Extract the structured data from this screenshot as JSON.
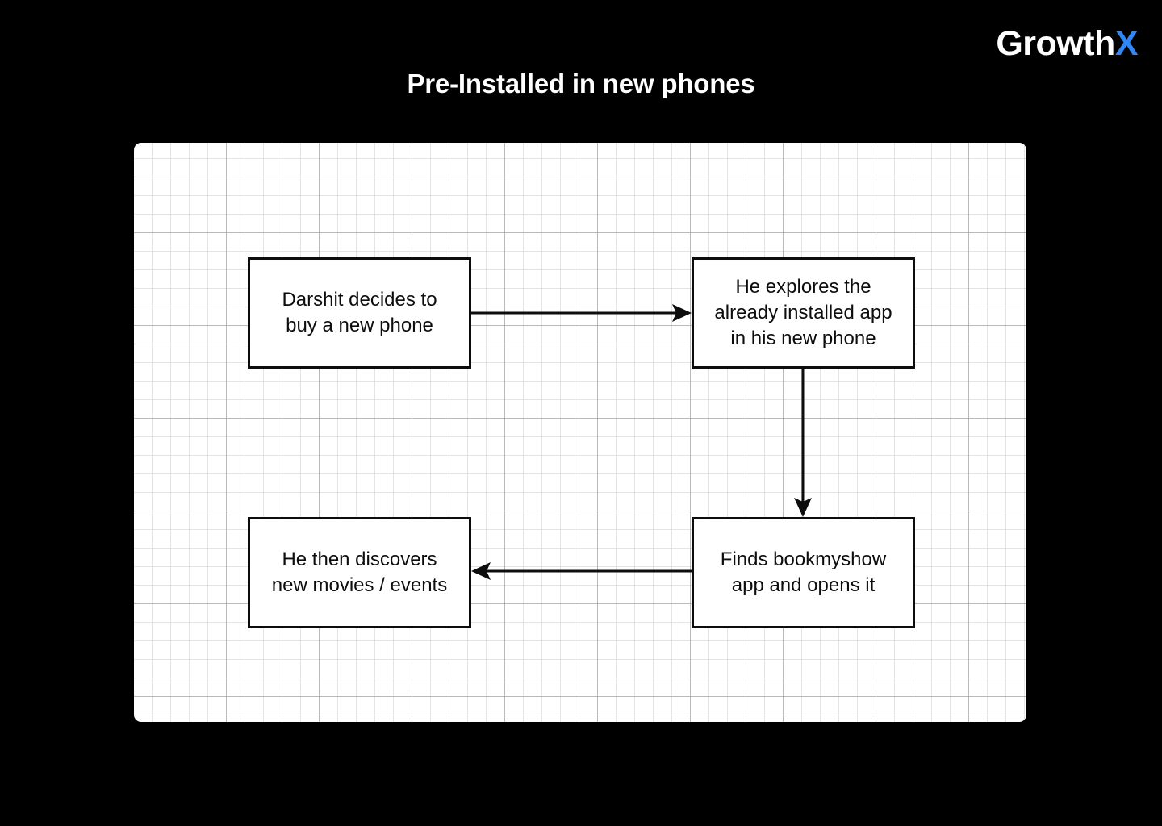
{
  "brand": {
    "word": "Growth",
    "accent_letter": "X",
    "accent_color": "#2f87f7",
    "word_color": "#ffffff"
  },
  "slide": {
    "title": "Pre-Installed in new phones",
    "background_color": "#000000",
    "canvas_background": "#ffffff"
  },
  "diagram_data": {
    "type": "flowchart",
    "title": "Pre-Installed in new phones",
    "node_border_color": "#0d0d0d",
    "node_fill_color": "#ffffff",
    "nodes": [
      {
        "id": "node-1",
        "label": "Darshit decides to\nbuy a new phone",
        "order": 1
      },
      {
        "id": "node-2",
        "label": "He explores the\nalready installed app\nin his new phone",
        "order": 2
      },
      {
        "id": "node-3",
        "label": "Finds bookmyshow\napp and opens it",
        "order": 3
      },
      {
        "id": "node-4",
        "label": "He then discovers\nnew movies / events",
        "order": 4
      }
    ],
    "edges": [
      {
        "from": "node-1",
        "to": "node-2",
        "direction": "right"
      },
      {
        "from": "node-2",
        "to": "node-3",
        "direction": "down"
      },
      {
        "from": "node-3",
        "to": "node-4",
        "direction": "left"
      }
    ]
  }
}
